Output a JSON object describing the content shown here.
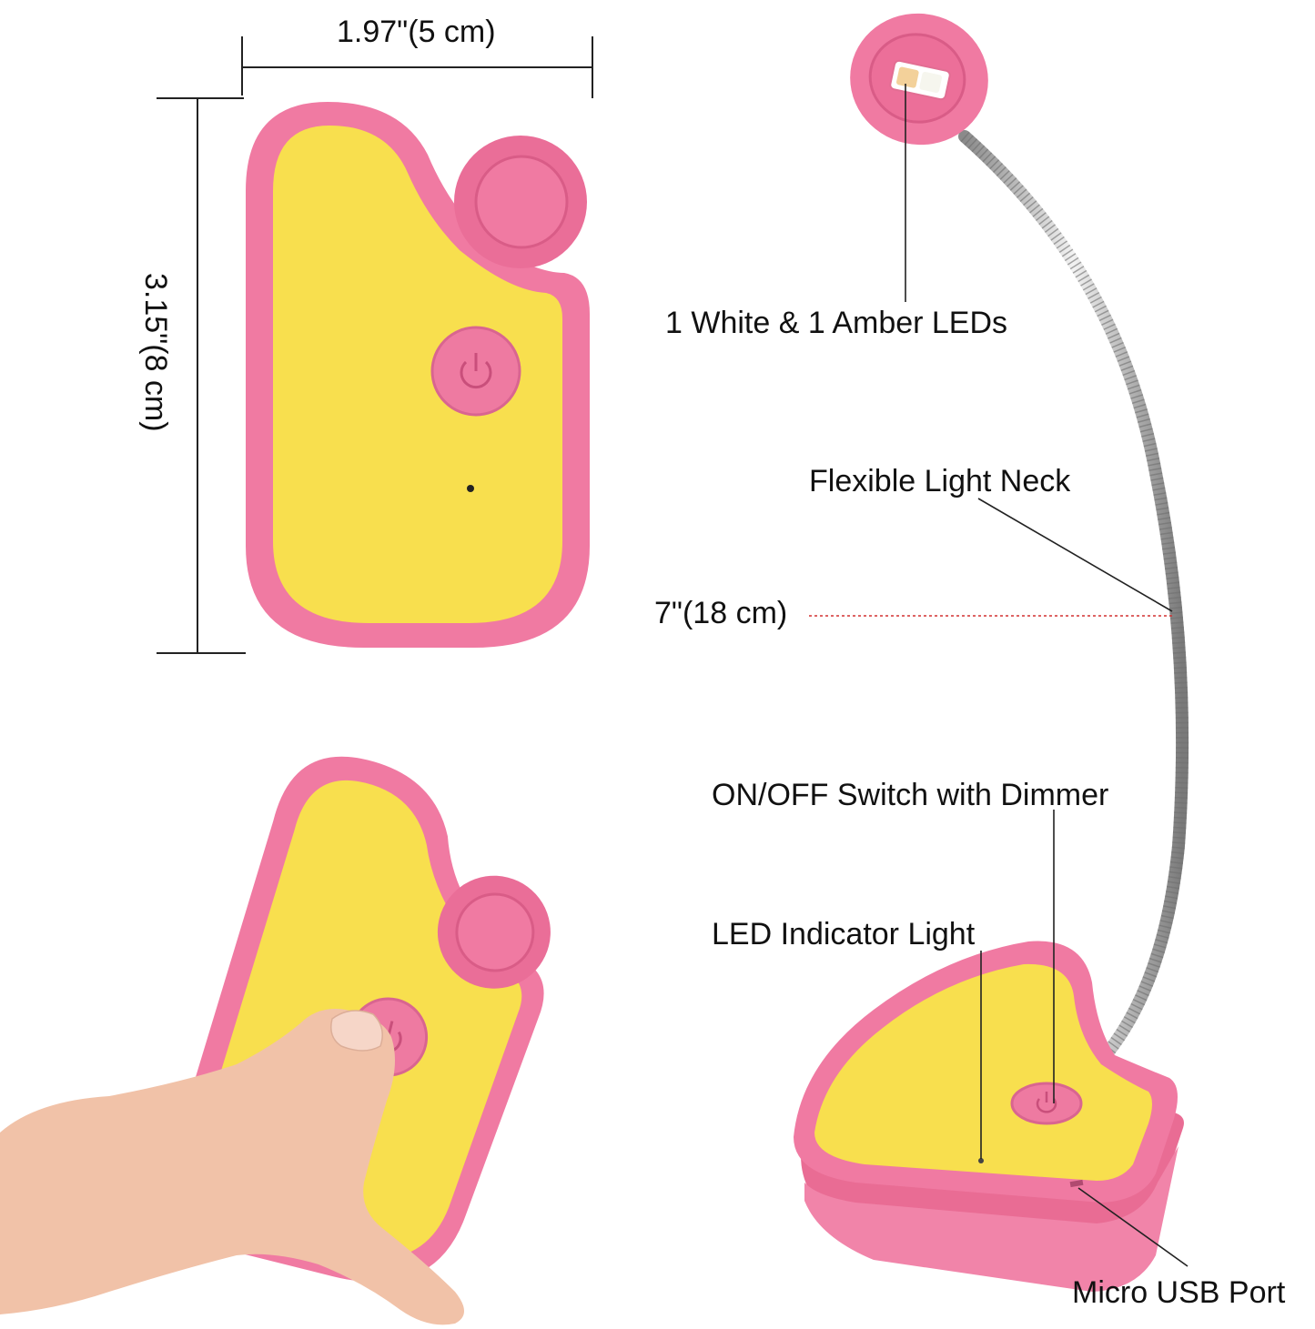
{
  "dimensions": {
    "width_label": "1.97\"(5 cm)",
    "height_label": "3.15\"(8 cm)"
  },
  "callouts": {
    "leds": "1 White & 1 Amber LEDs",
    "neck": "Flexible Light Neck",
    "length": "7\"(18 cm)",
    "switch": "ON/OFF Switch with Dimmer",
    "indicator": "LED Indicator Light",
    "usb": "Micro USB Port"
  },
  "colors": {
    "body_pink": "#f07aa2",
    "body_pink_dark": "#e0608c",
    "face_yellow": "#f8df4e",
    "neck_silver": "#c8c8c8",
    "guide_line": "#222222",
    "length_dash": "#d23030",
    "skin": "#f1c2a8"
  },
  "icons": {
    "power": "power-icon"
  }
}
